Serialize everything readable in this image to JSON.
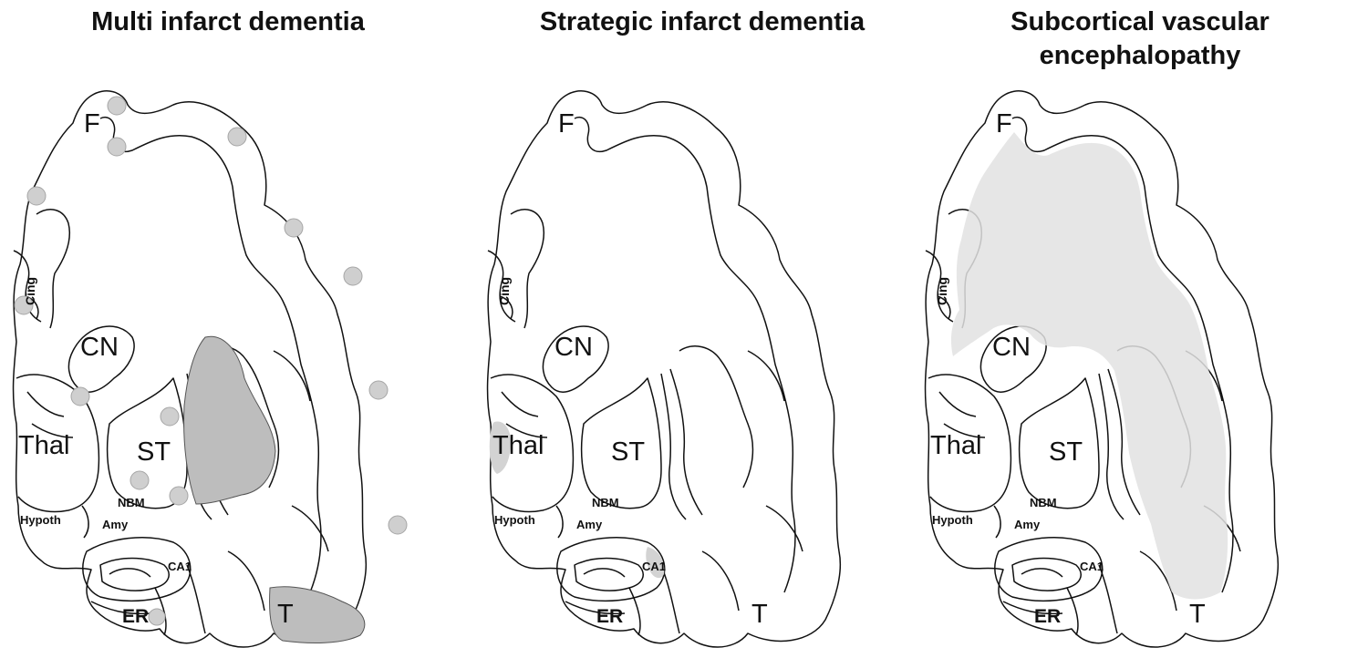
{
  "panels": [
    {
      "title": "Multi infarct dementia"
    },
    {
      "title_line1": "Strategic infarct dementia"
    },
    {
      "title_line1": "Subcortical vascular",
      "title_line2": "encephalopathy"
    }
  ],
  "labels": {
    "frontal": "F",
    "cingulate": "Cing",
    "caudate": "CN",
    "thalamus": "Thal",
    "striatum": "ST",
    "nbm": "NBM",
    "hypothalamus": "Hypoth",
    "amygdala": "Amy",
    "ca1": "CA1",
    "entorhinal": "ER",
    "temporal": "T"
  },
  "colors": {
    "lesion_dark": "#bdbdbd",
    "lesion_light": "#e2e2e2",
    "outline": "#111111"
  }
}
